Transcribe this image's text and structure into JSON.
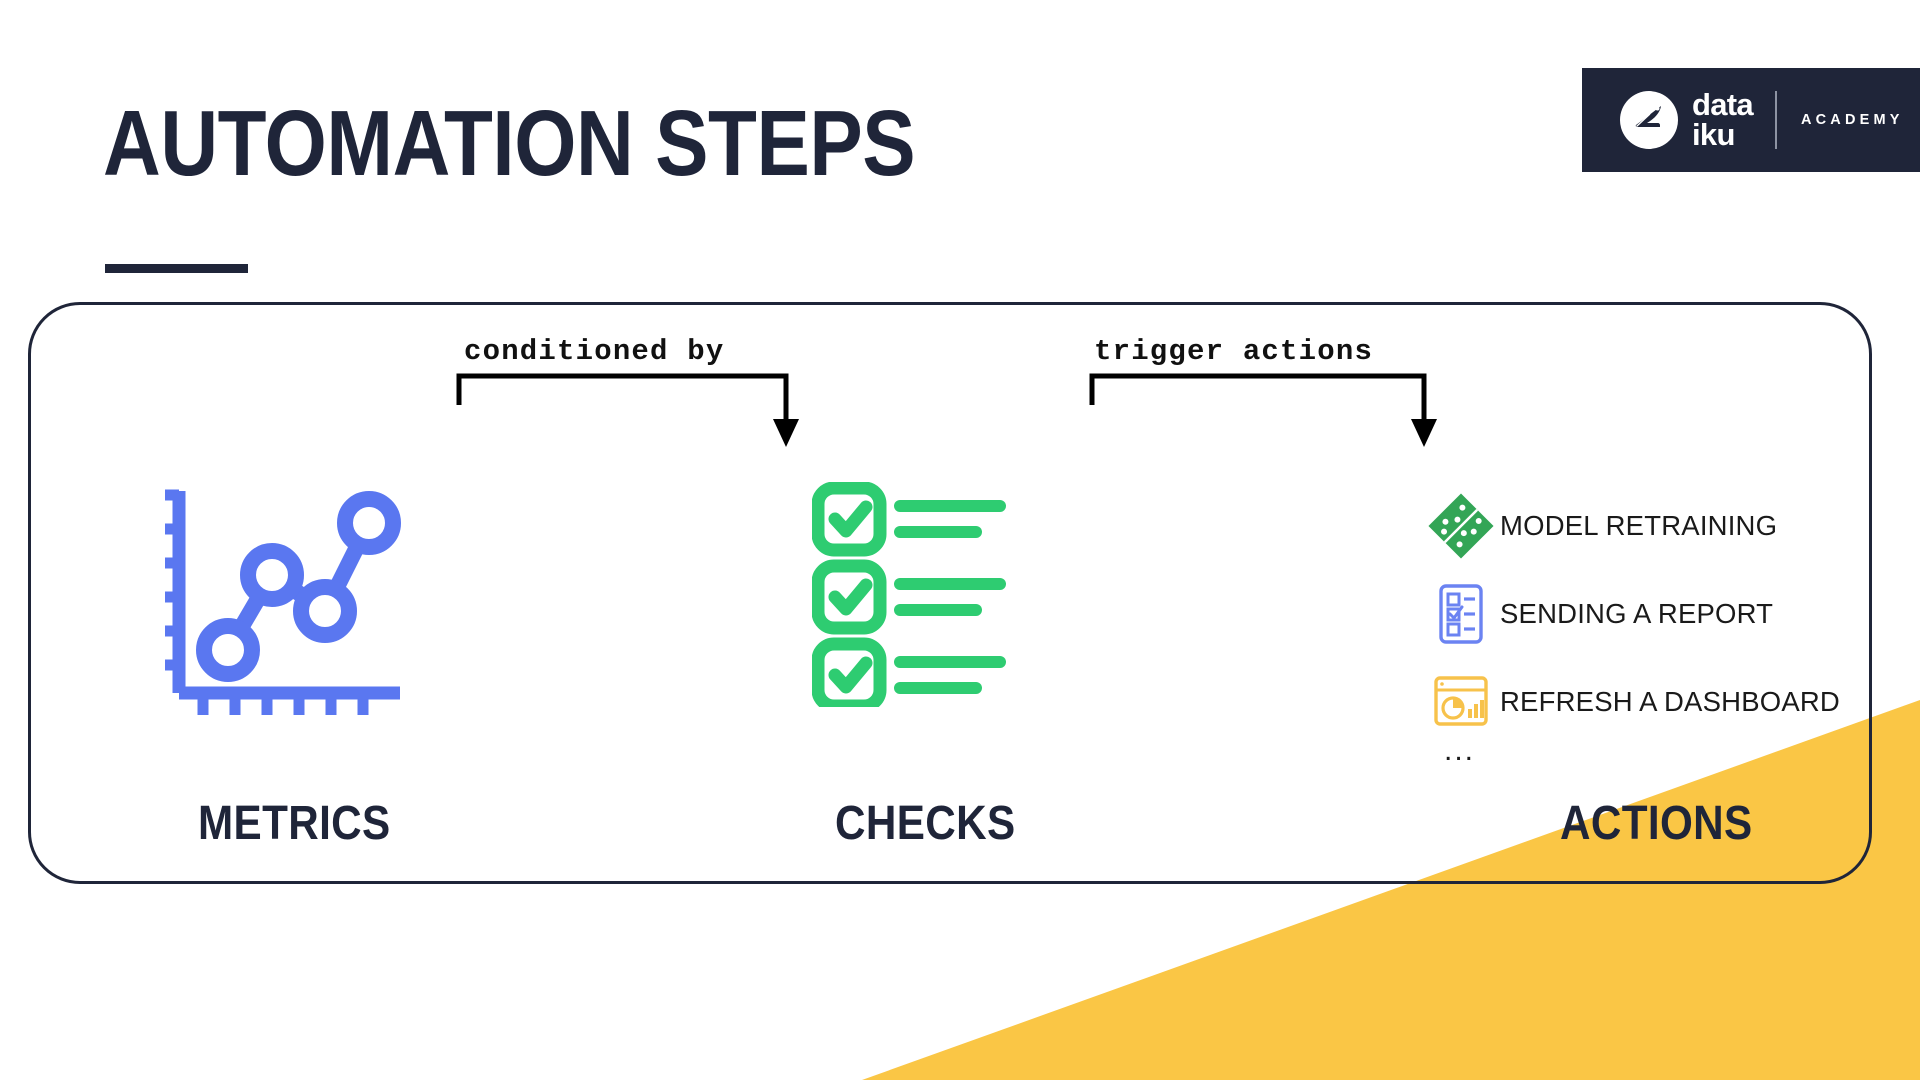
{
  "page": {
    "title": "AUTOMATION STEPS",
    "background_color": "#FFFFFF",
    "accent_navy": "#1F2539",
    "accent_yellow": "#FAC645"
  },
  "brand": {
    "logo_icon": "dataiku-bird-icon",
    "name_line1": "data",
    "name_line2": "iku",
    "divider": "vertical-separator",
    "suffix": "ACADEMY",
    "background_color": "#1F2539",
    "text_color": "#FFFFFF"
  },
  "connectors": [
    {
      "id": "conditioned",
      "label": "conditioned by",
      "from": "METRICS",
      "to": "CHECKS",
      "arrow_direction": "down"
    },
    {
      "id": "trigger",
      "label": "trigger actions",
      "from": "CHECKS",
      "to": "ACTIONS",
      "arrow_direction": "down"
    }
  ],
  "stages": [
    {
      "id": "metrics",
      "label": "METRICS",
      "icon": "line-chart-icon",
      "icon_color": "#5A77F0",
      "data_points": 4
    },
    {
      "id": "checks",
      "label": "CHECKS",
      "icon": "checklist-icon",
      "icon_color": "#2ECC71",
      "check_rows": 3
    },
    {
      "id": "actions",
      "label": "ACTIONS",
      "items": [
        {
          "label": "MODEL RETRAINING",
          "icon": "model-diamond-icon",
          "icon_color": "#33A556"
        },
        {
          "label": "SENDING A REPORT",
          "icon": "report-clipboard-icon",
          "icon_color": "#6B83F2"
        },
        {
          "label": "REFRESH A DASHBOARD",
          "icon": "dashboard-window-icon",
          "icon_color": "#F7C24B"
        }
      ],
      "ellipsis": "..."
    }
  ]
}
